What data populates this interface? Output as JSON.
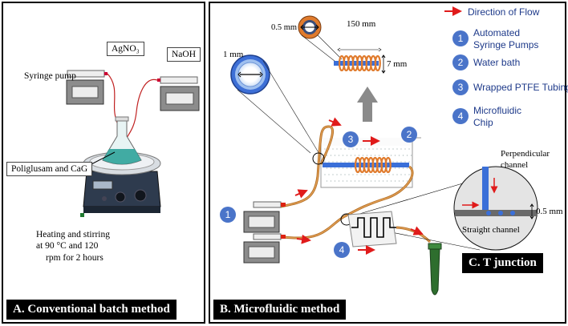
{
  "panel_a": {
    "caption": "A. Conventional batch method",
    "syringe_pump_label": "Syringe pump",
    "reagent_1": "AgNO₃",
    "reagent_2": "NaOH",
    "mixture_label": "Poliglusam and CaG",
    "conditions": [
      "Heating and stirring",
      "at 90 °C and  120",
      "rpm for 2 hours"
    ]
  },
  "panel_b": {
    "caption": "B. Microfluidic method",
    "dims": {
      "tube_diameter": "1 mm",
      "coil_diameter": "0.5 mm",
      "coil_length": "150 mm",
      "coil_height": "7 mm"
    },
    "legend": [
      {
        "num": "",
        "text": "Direction of Flow"
      },
      {
        "num": "1",
        "text": "Automated\nSyringe Pumps"
      },
      {
        "num": "2",
        "text": "Water bath"
      },
      {
        "num": "3",
        "text": "Wrapped PTFE Tubing"
      },
      {
        "num": "4",
        "text": "Microfluidic\nChip"
      }
    ],
    "markers": [
      "1",
      "2",
      "3",
      "4"
    ]
  },
  "panel_c": {
    "caption": "C. T junction",
    "perpendicular": "Perpendicular\nchannel",
    "straight": "Straight channel",
    "width": "0.5 mm"
  },
  "colors": {
    "flow_arrow": "#e01b1b",
    "number_circle": "#4a74c9",
    "tubing": "#c8842f",
    "coil": "#e07b2d",
    "channel": "#3a6fd8"
  }
}
